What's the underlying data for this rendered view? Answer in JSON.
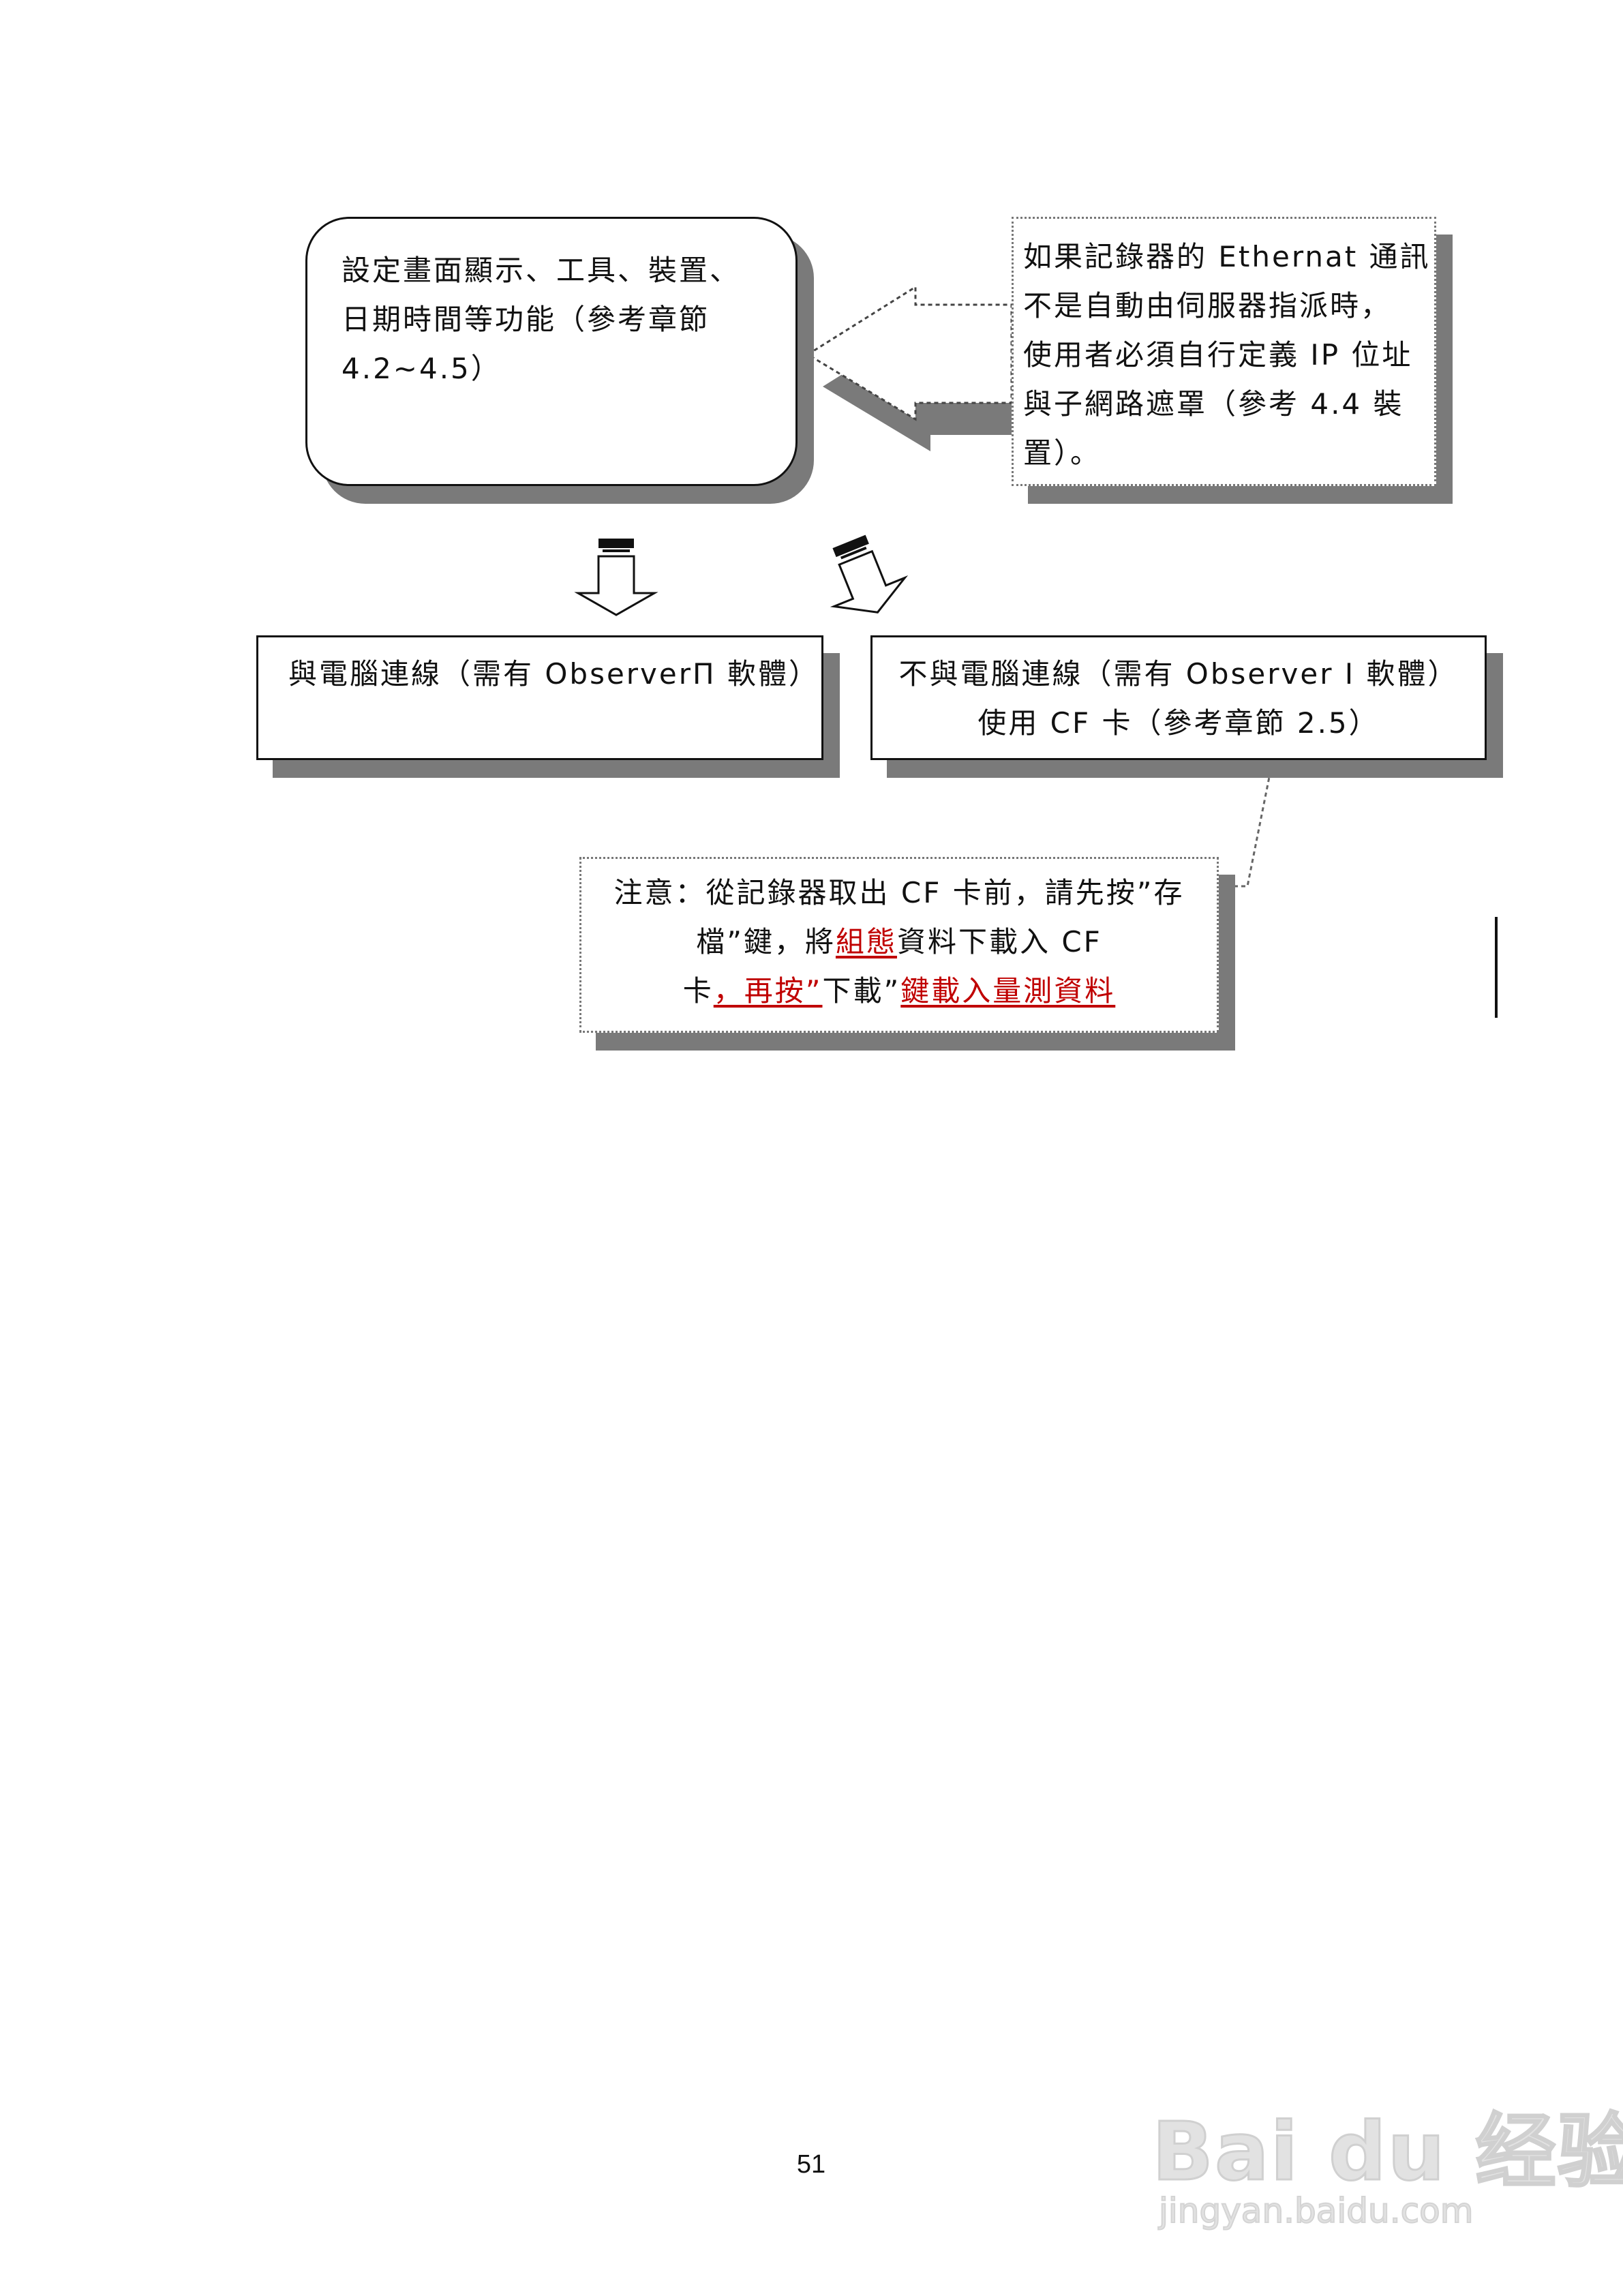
{
  "nodes": {
    "settings": {
      "lines": [
        "設定畫面顯示、工具、裝置、",
        "日期時間等功能（參考章節",
        "4.2~4.5）"
      ]
    },
    "ethernet_note": {
      "lines": [
        "如果記錄器的 Ethernat 通訊",
        "不是自動由伺服器指派時，",
        "使用者必須自行定義 IP 位址",
        "與子網路遮罩（參考 4.4 裝",
        "置）。"
      ]
    },
    "with_pc": {
      "lines": [
        "與電腦連線（需有 ObserverΠ 軟體）"
      ]
    },
    "without_pc": {
      "lines": [
        "不與電腦連線（需有 Observer I 軟體）",
        "使用 CF 卡（參考章節 2.5）"
      ]
    },
    "caution": {
      "line1": "注意：從記錄器取出 CF 卡前，請先按”存",
      "line2_pre": "檔”鍵，將",
      "line2_red": "組態",
      "line2_post": "資料下載入 CF",
      "line3_pre": "卡",
      "line3_red1": "，再按”",
      "line3_mid": "下載”",
      "line3_red2": "鍵載入量測資料"
    }
  },
  "page_number": "51",
  "watermark": {
    "logo": "Bai du 经验",
    "url": "jingyan.baidu.com"
  },
  "colors": {
    "shadow": "#7a7a7a",
    "emphasis": "#c00000",
    "border": "#111111"
  }
}
